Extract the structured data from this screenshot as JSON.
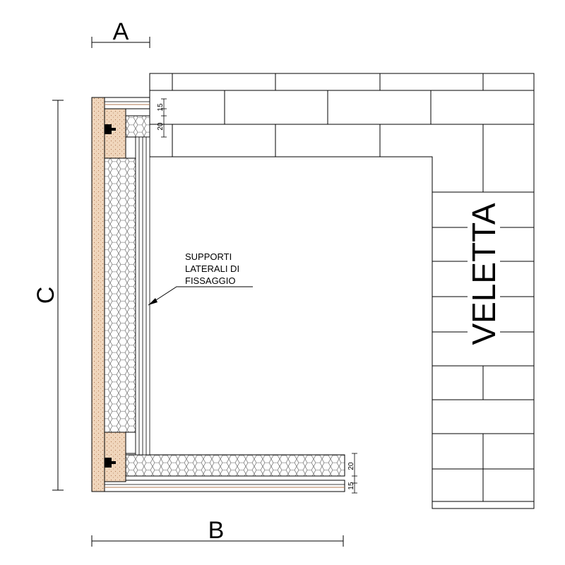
{
  "dimensions": {
    "a_label": "A",
    "b_label": "B",
    "c_label": "C",
    "top_small": "20",
    "top_small2": "15",
    "bottom_small": "15",
    "bottom_small2": "20"
  },
  "annotation": {
    "line1": "SUPPORTI",
    "line2": "LATERALI DI",
    "line3": "FISSAGGIO"
  },
  "wall_label": "VELETTA",
  "colors": {
    "line": "#000000",
    "render": "#e8c8a8",
    "render_dots": "#b07850",
    "insulation": "#ffffff",
    "background": "#ffffff"
  }
}
